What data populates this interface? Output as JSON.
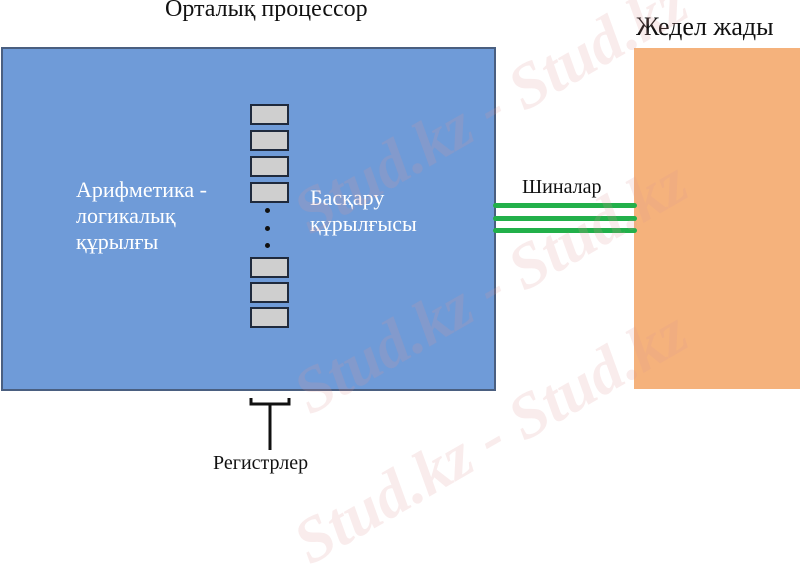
{
  "cpu": {
    "title": "Орталық процессор",
    "alu_lines": [
      "Арифметика -",
      "логикалық",
      "құрылғы"
    ],
    "control_lines": [
      "Басқару",
      "құрылғысы"
    ]
  },
  "memory": {
    "title": "Жедел жады"
  },
  "bus": {
    "label": "Шиналар"
  },
  "registers": {
    "label": "Регистрлер"
  },
  "watermark": "Stud.kz - Stud.kz",
  "colors": {
    "cpu": "#6f9bd8",
    "memory": "#f5b27c",
    "bus": "#22b04a"
  }
}
